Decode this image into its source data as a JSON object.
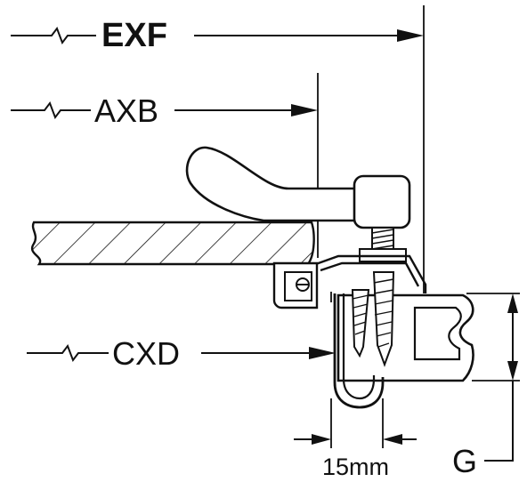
{
  "labels": {
    "exf": "EXF",
    "axb": "AXB",
    "cxd": "CXD",
    "gap": "15mm",
    "g": "G"
  },
  "colors": {
    "line": "#111111",
    "background": "#ffffff"
  }
}
